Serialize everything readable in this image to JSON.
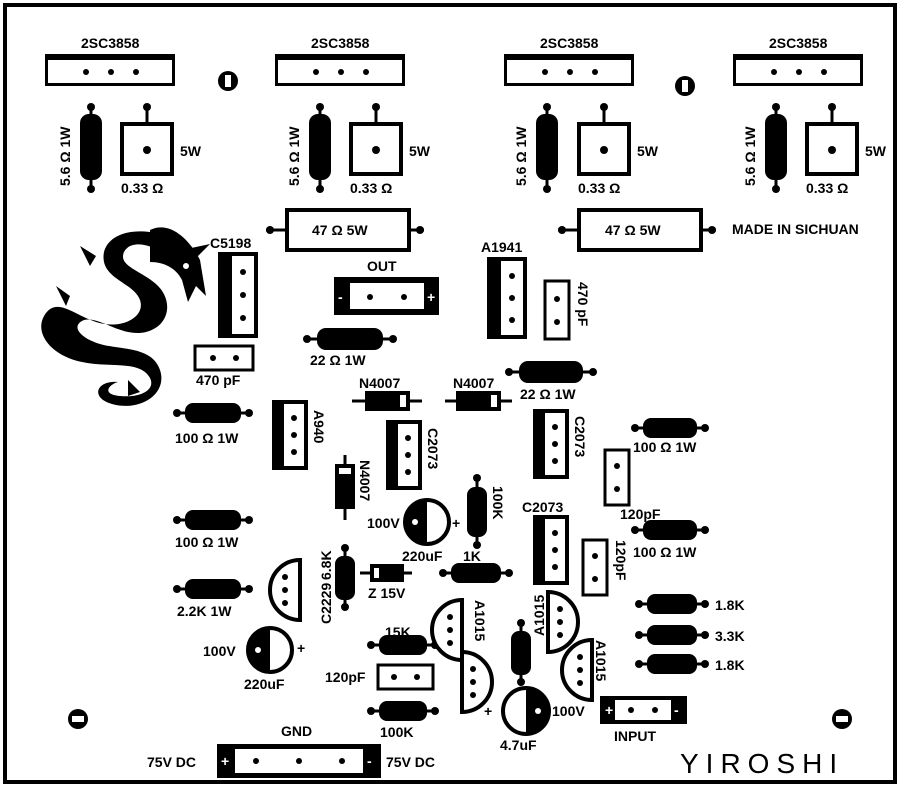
{
  "transistors_top": [
    "2SC3858",
    "2SC3858",
    "2SC3858",
    "2SC3858"
  ],
  "emitter_res": [
    "5.6 Ω 1W",
    "5.6 Ω 1W",
    "5.6 Ω 1W",
    "5.6 Ω 1W"
  ],
  "power_res_5w": [
    "5W",
    "5W",
    "5W",
    "5W"
  ],
  "power_res_value": [
    "0.33 Ω",
    "0.33 Ω",
    "0.33 Ω",
    "0.33 Ω"
  ],
  "res_47": [
    "47 Ω 5W",
    "47 Ω 5W"
  ],
  "made_in": "MADE IN SICHUAN",
  "c5198": "C5198",
  "out": "OUT",
  "a1941": "A1941",
  "cap_470_left": "470 pF",
  "cap_470_right": "470 pF",
  "res_22_a": "22 Ω 1W",
  "res_22_b": "22 Ω 1W",
  "n4007_a": "N4007",
  "n4007_b": "N4007",
  "n4007_c": "N4007",
  "res_100_a": "100 Ω 1W",
  "res_100_b": "100 Ω 1W",
  "res_100_c": "100 Ω 1W",
  "res_100_d": "100 Ω 1W",
  "a940": "A940",
  "c2073_a": "C2073",
  "c2073_b": "C2073",
  "c2073_c": "C2073",
  "res_100k_a": "100K",
  "res_100k_b": "100K",
  "cap_100v_a": "100V",
  "cap_220_a": "220uF",
  "res_1k": "1K",
  "cap_120_a": "120pF",
  "cap_120_b": "120pF",
  "cap_120_c": "120pF",
  "res_6_8k": "6.8K",
  "c2229": "C2229",
  "zener": "Z 15V",
  "res_2_2k": "2.2K 1W",
  "a1015_a": "A1015",
  "a1015_b": "A1015",
  "a1015_c": "A1015",
  "res_1_8k_a": "1.8K",
  "res_3_3k": "3.3K",
  "res_1_8k_b": "1.8K",
  "res_15k": "15K",
  "cap_100v_b": "100V",
  "cap_220_b": "220uF",
  "cap_100v_c": "100V",
  "cap_4_7": "4.7uF",
  "input": "INPUT",
  "gnd": "GND",
  "v75_left": "75V DC",
  "v75_right": "75V DC",
  "brand": "YIROSHI",
  "plus": "+",
  "minus": "-"
}
